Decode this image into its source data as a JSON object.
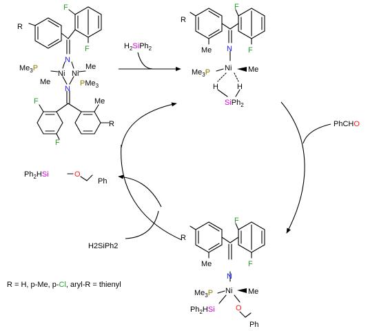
{
  "reagents": {
    "silane_top": {
      "pre": "H",
      "sub": "2",
      "si": "Si",
      "post": "Ph",
      "sub2": "2"
    },
    "aldehyde": {
      "pre": "PhCH",
      "o": "O"
    },
    "silane_bottom": "H2SiPh2"
  },
  "product": {
    "pre": "Ph",
    "sub": "2",
    "h": "H",
    "si": "Si",
    "o": "O",
    "ph": "Ph"
  },
  "atoms": {
    "R": "R",
    "F": "F",
    "N": "N",
    "Ni": "Ni",
    "Me": "Me",
    "P": "P",
    "Me3": "Me",
    "sub3": "3",
    "H": "H",
    "Si": "Si",
    "Ph2": "Ph",
    "sub2": "2",
    "O": "O",
    "Ph": "Ph",
    "PhH": "Ph"
  },
  "footnote": {
    "part1": "R = H, p-Me, p-",
    "cl": "Cl",
    "part2": ", aryl-R = thienyl"
  },
  "colors": {
    "nitrogen": "#1a1aff",
    "fluorine": "#2a9a2a",
    "phosphorus": "#8a7a00",
    "silicon": "#e000e0",
    "oxygen": "#ff1a1a"
  }
}
